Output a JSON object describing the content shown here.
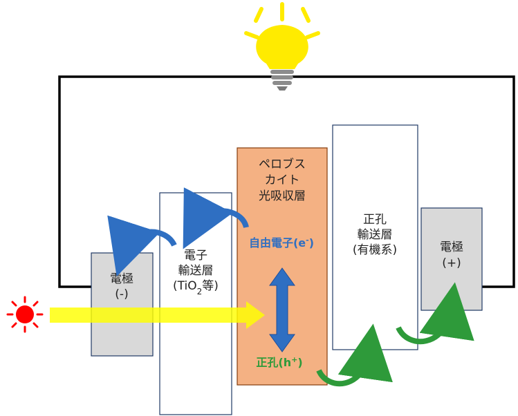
{
  "layers": {
    "electrode_left": {
      "line1": "電極",
      "line2": "(-)"
    },
    "etl": {
      "line1": "電子",
      "line2": "輸送層",
      "line3_prefix": "(TiO",
      "line3_sub": "2",
      "line3_suffix": "等)"
    },
    "perovskite": {
      "line1": "ペロブス",
      "line2": "カイト",
      "line3": "光吸収層"
    },
    "htl": {
      "line1": "正孔",
      "line2": "輸送層",
      "line3": "(有機系)"
    },
    "electrode_right": {
      "line1": "電極",
      "line2": "(+)"
    }
  },
  "carriers": {
    "electron": {
      "text": "自由電子(e",
      "sup": "-",
      "close": ")"
    },
    "hole": {
      "text": "正孔(h",
      "sup": "+",
      "close": ")"
    }
  },
  "colors": {
    "perovskite_fill": "#f4b183",
    "electrode_fill": "#d9d9d9",
    "electron_arrow": "#2f6fc2",
    "hole_arrow": "#2e9a3a",
    "light_beam": "#ffff00",
    "sun": "#ff0000",
    "bulb": "#ffeb00",
    "wire": "#000000"
  },
  "icons": [
    "sun-icon",
    "light-bulb-icon"
  ]
}
